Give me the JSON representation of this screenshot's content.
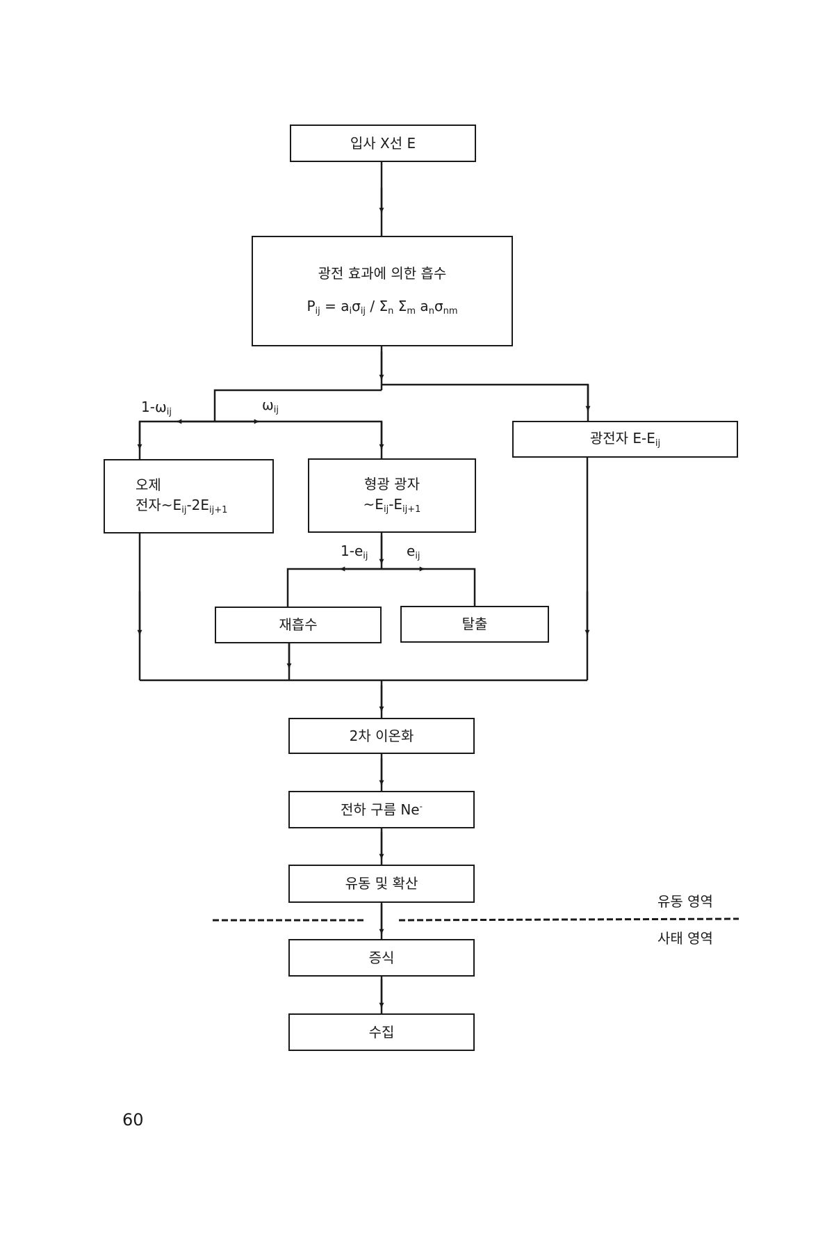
{
  "diagram": {
    "nodes": {
      "incident": {
        "text": "입사 X선 E"
      },
      "absorption": {
        "title": "광전 효과에 의한 흡수",
        "formula": {
          "lhs": "P",
          "lhs_sub": "ij",
          "eq": " = a",
          "a_sub": "i",
          "sigma": "σ",
          "sigma_sub": "ij",
          "slash": " / ",
          "sum1": "Σ",
          "sum1_sub": "n",
          "sum2": " Σ",
          "sum2_sub": "m",
          "an": " a",
          "an_sub": "n",
          "sigma2": "σ",
          "sigma2_sub": "nm"
        }
      },
      "photoelectron": {
        "text": "광전자 E-E",
        "sub": "ij"
      },
      "auger": {
        "line1": "오제",
        "line2_a": "전자~E",
        "line2_sub1": "ij",
        "line2_b": "-2E",
        "line2_sub2": "ij+1"
      },
      "fluorescence": {
        "line1": "형광 광자",
        "line2_a": "~E",
        "line2_sub1": "ij",
        "line2_b": "-E",
        "line2_sub2": "ij+1"
      },
      "reabsorption": {
        "text": "재흡수"
      },
      "escape": {
        "text": "탈출"
      },
      "secondary_ionization": {
        "text": "2차 이온화"
      },
      "charge_cloud": {
        "text": "전하 구름 Ne",
        "sup": "-"
      },
      "drift_diffusion": {
        "text": "유동 및 확산"
      },
      "amplification": {
        "text": "증식"
      },
      "collection": {
        "text": "수집"
      }
    },
    "edge_labels": {
      "one_minus_omega": {
        "text": "1-ω",
        "sub": "ij"
      },
      "omega": {
        "text": "ω",
        "sub": "ij"
      },
      "one_minus_e": {
        "text": "1-e",
        "sub": "ij"
      },
      "e": {
        "text": "e",
        "sub": "ij"
      }
    },
    "regions": {
      "drift_region": "유동 영역",
      "avalanche_region": "사태 영역"
    },
    "edges": [
      [
        "incident",
        "absorption"
      ],
      [
        "absorption",
        "auger"
      ],
      [
        "absorption",
        "fluorescence"
      ],
      [
        "absorption",
        "photoelectron"
      ],
      [
        "fluorescence",
        "reabsorption"
      ],
      [
        "fluorescence",
        "escape"
      ],
      [
        "auger",
        "secondary_ionization"
      ],
      [
        "reabsorption",
        "secondary_ionization"
      ],
      [
        "photoelectron",
        "secondary_ionization"
      ],
      [
        "secondary_ionization",
        "charge_cloud"
      ],
      [
        "charge_cloud",
        "drift_diffusion"
      ],
      [
        "drift_diffusion",
        "amplification"
      ],
      [
        "amplification",
        "collection"
      ]
    ]
  },
  "page_number": "60"
}
